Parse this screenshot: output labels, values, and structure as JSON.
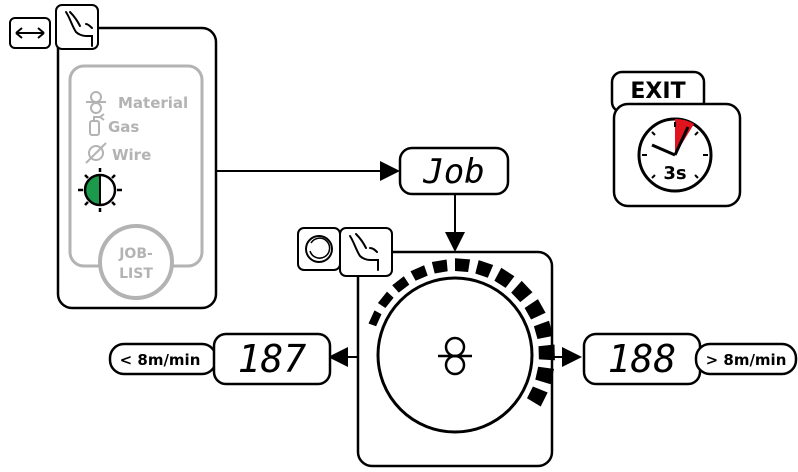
{
  "panel": {
    "menu_items": [
      {
        "label": "Material",
        "icon": "wire-spool-icon"
      },
      {
        "label": "Gas",
        "icon": "gas-bottle-icon"
      },
      {
        "label": "Wire",
        "icon": "wire-diameter-icon"
      }
    ],
    "indicator_icon": "half-lit-led-icon",
    "job_list_line1": "JOB-",
    "job_list_line2": "LIST",
    "top_icons": [
      "double-arrow-icon",
      "hand-press-icon"
    ]
  },
  "display_job": "Job",
  "exit_badge": {
    "label": "EXIT",
    "timer": "3s"
  },
  "dial": {
    "icons": [
      "rotary-knob-icon",
      "hand-turn-icon"
    ],
    "center_icon": "wire-spool-icon"
  },
  "left_display": {
    "value": "187",
    "label": "< 8m/min"
  },
  "right_display": {
    "value": "188",
    "label": "> 8m/min"
  },
  "colors": {
    "green": "#1a9a4a",
    "red": "#e0141e",
    "grey": "#b3b3b3"
  }
}
